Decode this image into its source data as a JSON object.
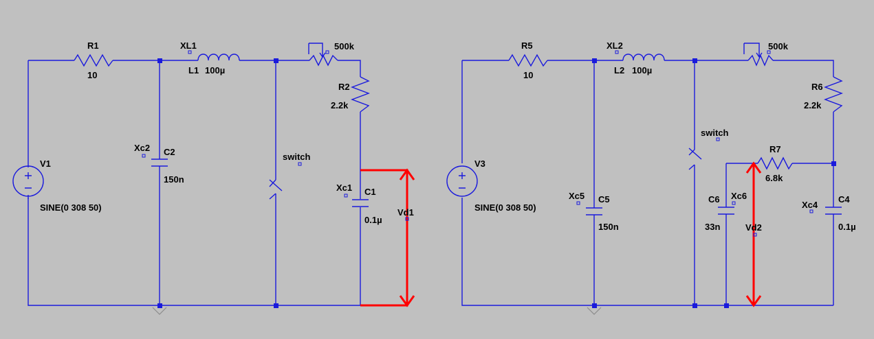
{
  "left": {
    "r1": {
      "name": "R1",
      "value": "10"
    },
    "l1": {
      "name": "L1",
      "value": "100µ",
      "probe": "XL1"
    },
    "pot": {
      "value": "500k"
    },
    "r2": {
      "name": "R2",
      "value": "2.2k"
    },
    "c2": {
      "name": "C2",
      "value": "150n",
      "probe": "Xc2"
    },
    "sw": {
      "label": "switch"
    },
    "c1": {
      "name": "C1",
      "value": "0.1µ",
      "probe": "Xc1"
    },
    "v1": {
      "name": "V1",
      "value": "SINE(0 308 50)"
    },
    "vd": {
      "label": "Vd1"
    }
  },
  "right": {
    "r5": {
      "name": "R5",
      "value": "10"
    },
    "l2": {
      "name": "L2",
      "value": "100µ",
      "probe": "XL2"
    },
    "pot": {
      "value": "500k"
    },
    "r6": {
      "name": "R6",
      "value": "2.2k"
    },
    "c5": {
      "name": "C5",
      "value": "150n",
      "probe": "Xc5"
    },
    "sw": {
      "label": "switch"
    },
    "r7": {
      "name": "R7",
      "value": "6.8k"
    },
    "c6": {
      "name": "C6",
      "value": "33n",
      "probe": "Xc6"
    },
    "c4": {
      "name": "C4",
      "value": "0.1µ",
      "probe": "Xc4"
    },
    "v3": {
      "name": "V3",
      "value": "SINE(0 308 50)"
    },
    "vd": {
      "label": "Vd2"
    }
  }
}
